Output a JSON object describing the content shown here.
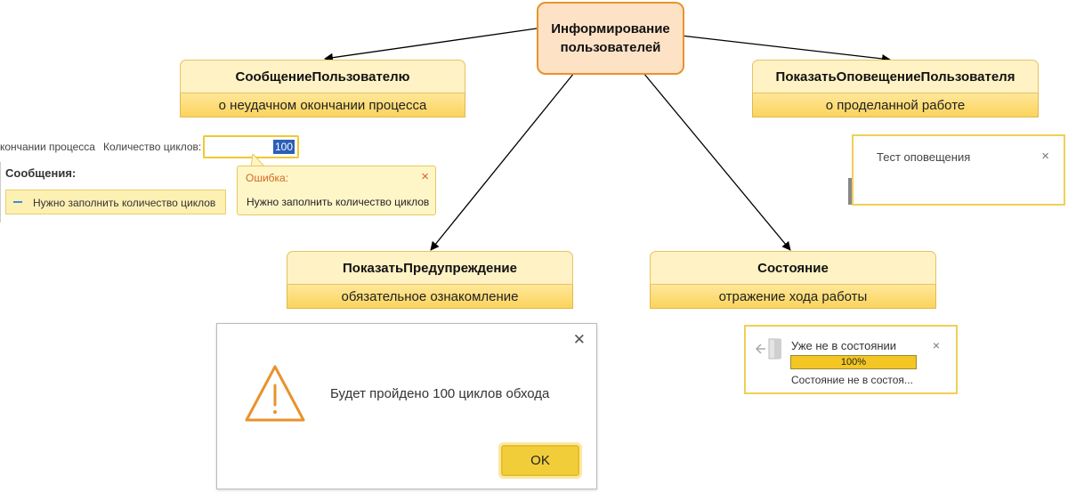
{
  "center": {
    "label": "Информирование\nпользователей"
  },
  "cards": [
    {
      "title": "СообщениеПользователю",
      "desc": "о неудачном окончании процесса"
    },
    {
      "title": "ПоказатьОповещениеПользователя",
      "desc": "о проделанной работе"
    },
    {
      "title": "ПоказатьПредупреждение",
      "desc": "обязательное ознакомление"
    },
    {
      "title": "Состояние",
      "desc": "отражение хода работы"
    }
  ],
  "message_demo": {
    "prefix_text": "кончании процесса",
    "field_label": "Количество циклов:",
    "field_value": "100",
    "error_title": "Ошибка:",
    "error_text": "Нужно заполнить количество циклов",
    "messages_heading": "Сообщения:",
    "message_text": "Нужно заполнить количество циклов",
    "close_glyph": "×"
  },
  "notification_demo": {
    "text": "Тест оповещения",
    "close_glyph": "×"
  },
  "status_demo": {
    "title": "Уже не в состоянии",
    "progress_label": "100%",
    "progress_value": 1.0,
    "subtitle": "Состояние не в состоя...",
    "close_glyph": "×"
  },
  "warning_demo": {
    "message": "Будет пройдено 100 циклов обхода",
    "ok_label": "OK",
    "close_glyph": "✕"
  },
  "colors": {
    "accent_orange": "#e8932c",
    "card_yellow": "#fbd45c",
    "arrow": "#000000"
  }
}
